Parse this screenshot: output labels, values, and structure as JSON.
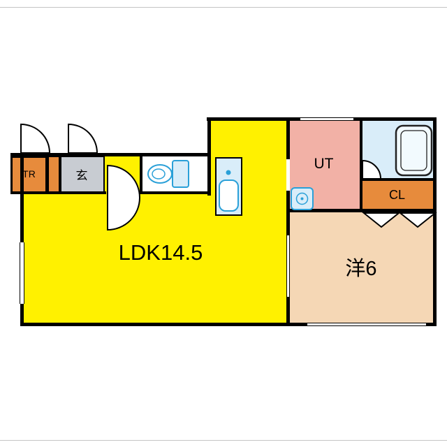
{
  "plan": {
    "title": "apartment-floor-plan",
    "labels": {
      "tr": "TR",
      "genkan": "玄",
      "ut": "UT",
      "cl": "CL",
      "ldk": "LDK14.5",
      "western": "洋6"
    },
    "colors": {
      "ldk": "#fff100",
      "western": "#f5d7b5",
      "ut": "#f2b1a6",
      "orange": "#e78b3c",
      "genkan": "#c8ccd2",
      "bath": "#d9edf9",
      "fixture_blue": "#2aa0d8",
      "wall": "#000000",
      "door_fill": "#ffffff"
    },
    "fixtures": {
      "toilet": "toilet-icon",
      "bathtub": "bathtub-icon",
      "kitchen_sink": "kitchen-sink-icon",
      "washing_machine_pan": "washing-machine-pan-icon",
      "entrance_doors": "door-swing-icon",
      "closet_doors": "folding-door-icon"
    }
  }
}
